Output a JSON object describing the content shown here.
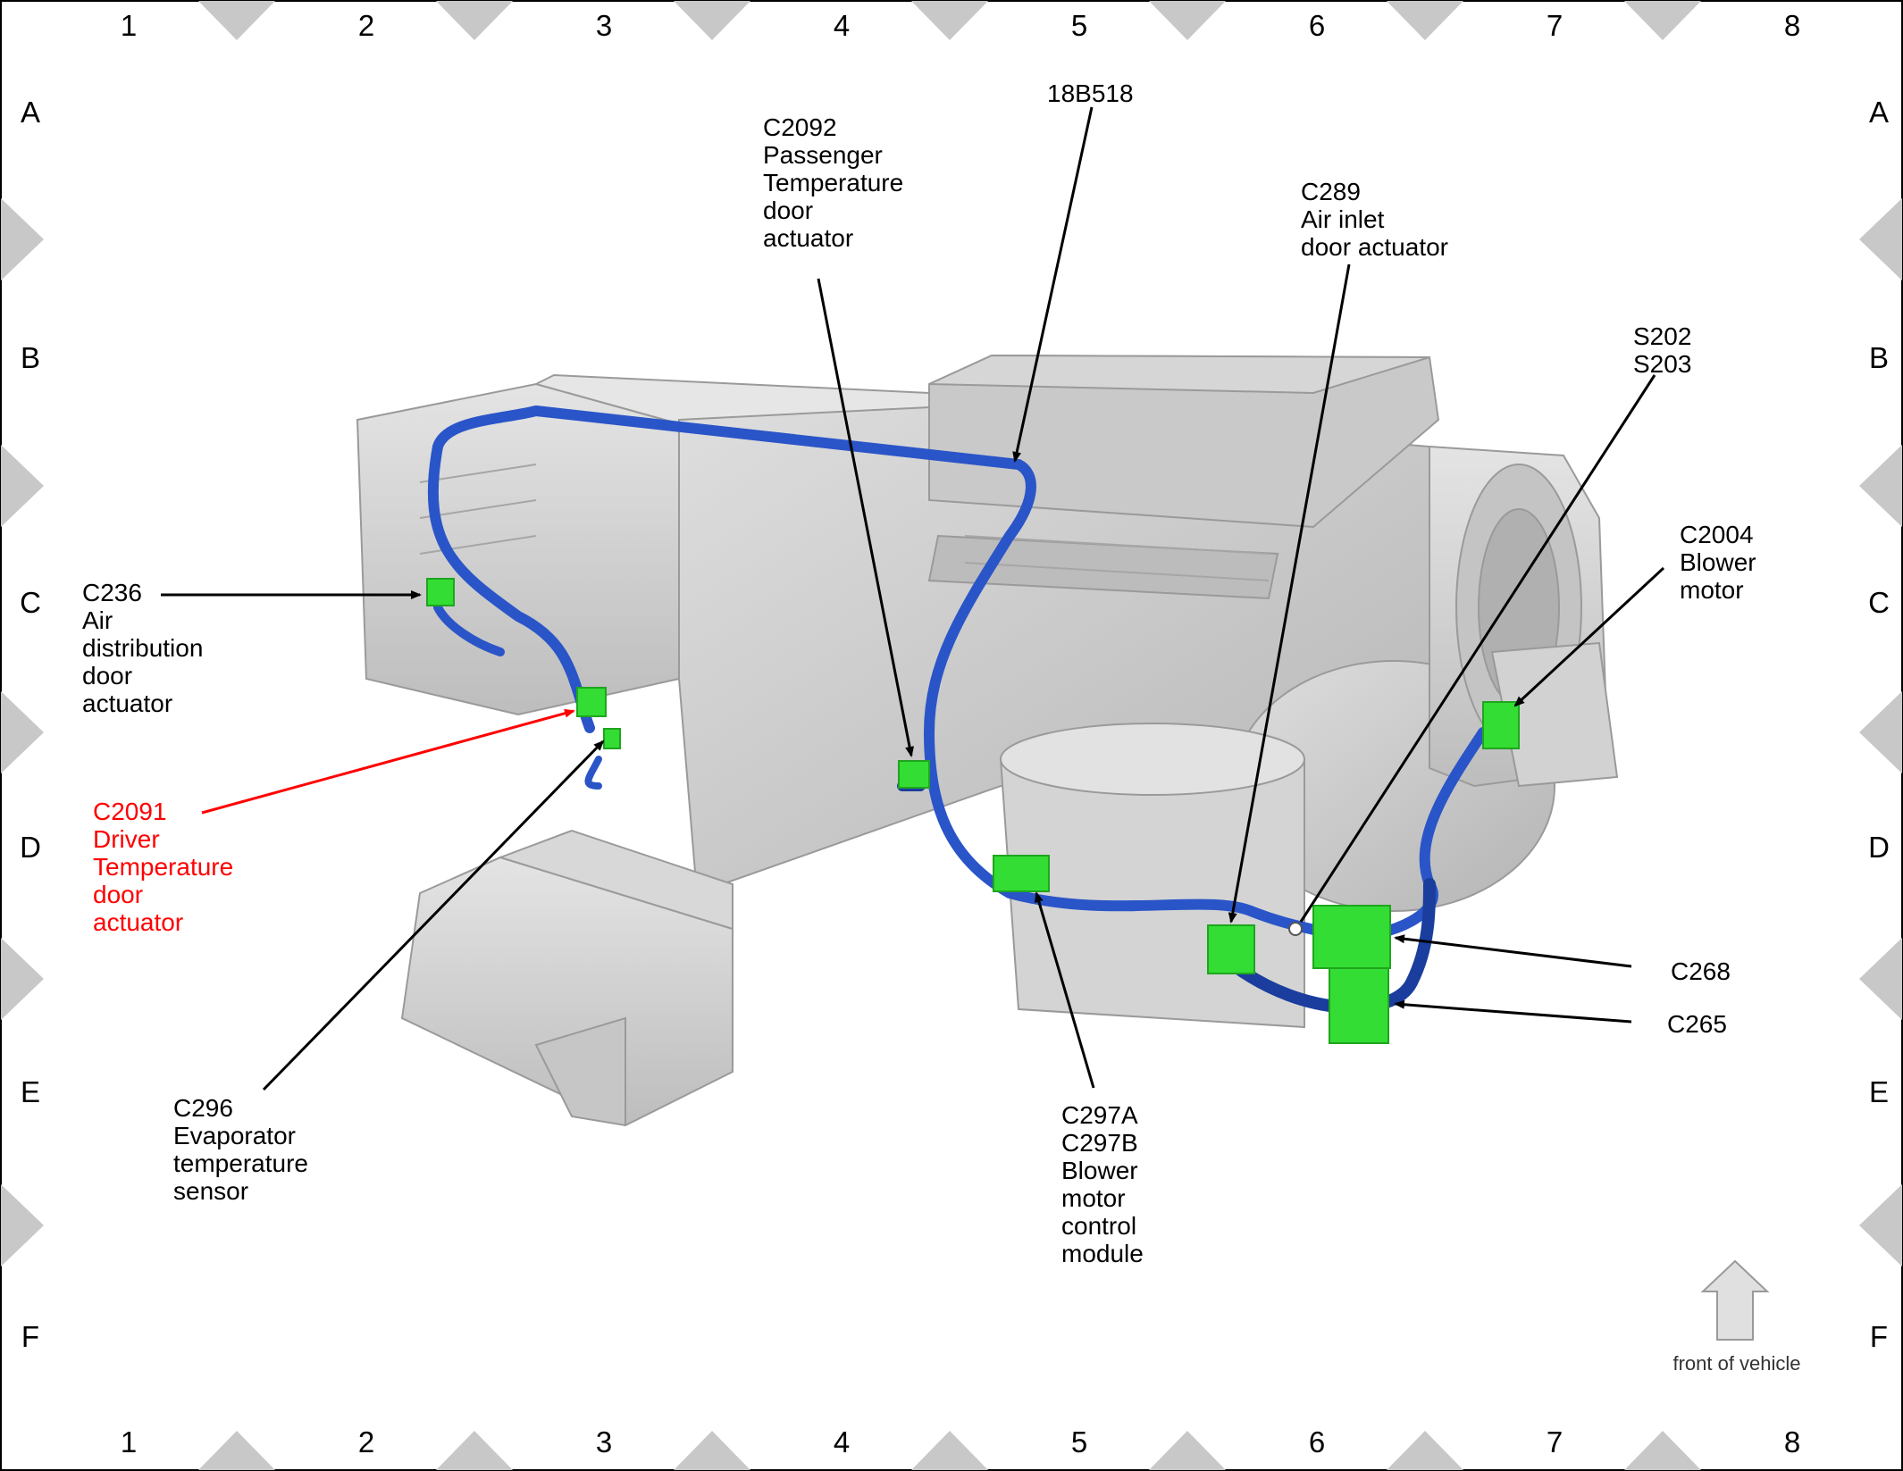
{
  "grid": {
    "columns": [
      "1",
      "2",
      "3",
      "4",
      "5",
      "6",
      "7",
      "8"
    ],
    "rows": [
      "A",
      "B",
      "C",
      "D",
      "E",
      "F"
    ]
  },
  "callouts": {
    "c236": [
      "C236",
      "Air",
      "distribution",
      "door",
      "actuator"
    ],
    "c2091": [
      "C2091",
      "Driver",
      "Temperature",
      "door",
      "actuator"
    ],
    "c296": [
      "C296",
      "Evaporator",
      "temperature",
      "sensor"
    ],
    "c2092": [
      "C2092",
      "Passenger",
      "Temperature",
      "door",
      "actuator"
    ],
    "h18b518": [
      "18B518"
    ],
    "c289": [
      "C289",
      "Air inlet",
      "door actuator"
    ],
    "s202": [
      "S202",
      "S203"
    ],
    "c2004": [
      "C2004",
      "Blower",
      "motor"
    ],
    "c297": [
      "C297A",
      "C297B",
      "Blower",
      "motor",
      "control",
      "module"
    ],
    "c268": [
      "C268"
    ],
    "c265": [
      "C265"
    ]
  },
  "orientation": {
    "label": "front of vehicle"
  },
  "colors": {
    "frame": "#000000",
    "tick": "#c8c8c8",
    "harness": "#2a55c8",
    "harness_dark": "#1a3d9e",
    "connector": "#33dd33",
    "highlight": "#ff0000",
    "unit_fill": "#d9d9d9"
  }
}
